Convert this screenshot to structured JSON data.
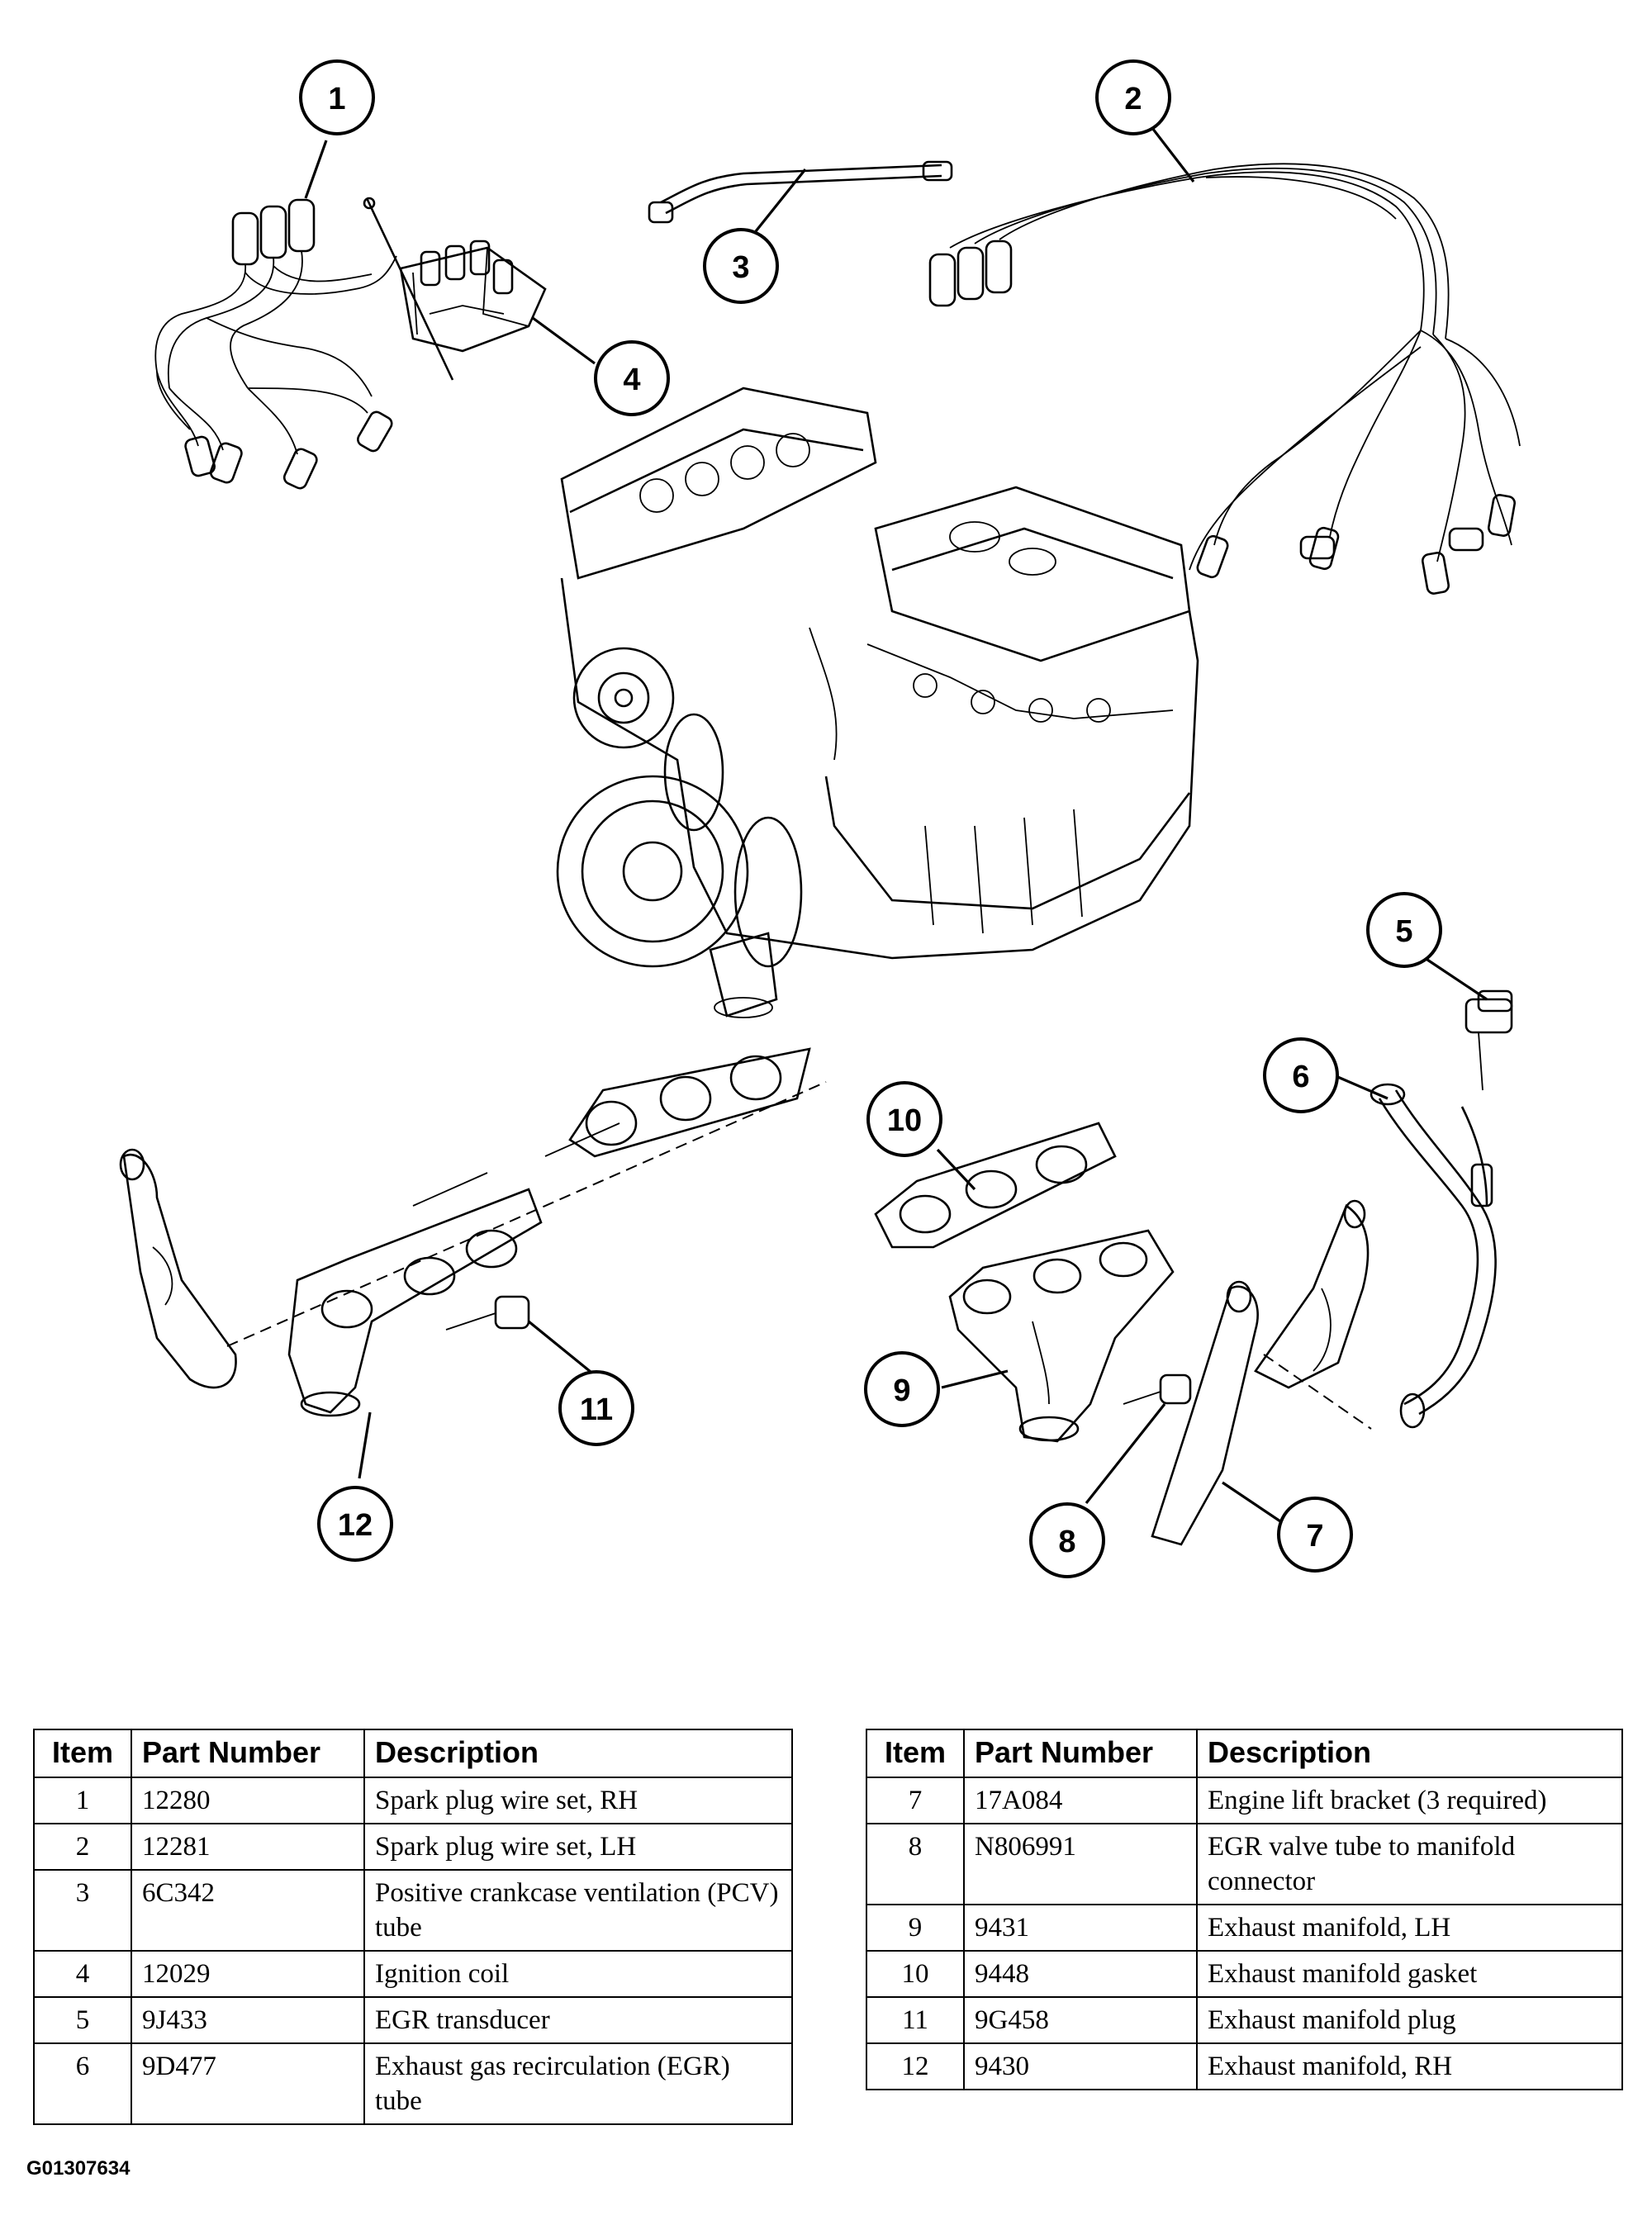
{
  "callouts": [
    "1",
    "2",
    "3",
    "4",
    "5",
    "6",
    "7",
    "8",
    "9",
    "10",
    "11",
    "12"
  ],
  "table_headers": {
    "item": "Item",
    "part_number": "Part Number",
    "description": "Description"
  },
  "parts_left": [
    {
      "item": "1",
      "part_number": "12280",
      "description": "Spark plug wire set, RH"
    },
    {
      "item": "2",
      "part_number": "12281",
      "description": "Spark plug wire set, LH"
    },
    {
      "item": "3",
      "part_number": "6C342",
      "description": "Positive crankcase ventilation (PCV) tube"
    },
    {
      "item": "4",
      "part_number": "12029",
      "description": "Ignition coil"
    },
    {
      "item": "5",
      "part_number": "9J433",
      "description": "EGR transducer"
    },
    {
      "item": "6",
      "part_number": "9D477",
      "description": "Exhaust gas recirculation (EGR) tube"
    }
  ],
  "parts_right": [
    {
      "item": "7",
      "part_number": "17A084",
      "description": "Engine lift bracket (3 required)"
    },
    {
      "item": "8",
      "part_number": "N806991",
      "description": "EGR valve tube to manifold connector"
    },
    {
      "item": "9",
      "part_number": "9431",
      "description": "Exhaust manifold, LH"
    },
    {
      "item": "10",
      "part_number": "9448",
      "description": "Exhaust manifold gasket"
    },
    {
      "item": "11",
      "part_number": "9G458",
      "description": "Exhaust manifold plug"
    },
    {
      "item": "12",
      "part_number": "9430",
      "description": "Exhaust manifold, RH"
    }
  ],
  "figure_code": "G01307634"
}
